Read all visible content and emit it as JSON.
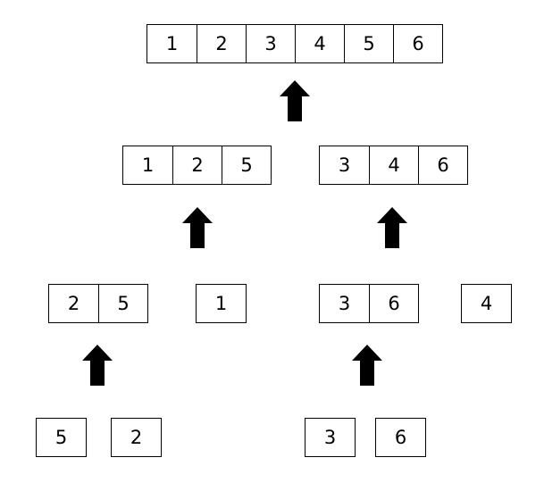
{
  "level0": {
    "values": [
      "1",
      "2",
      "3",
      "4",
      "5",
      "6"
    ]
  },
  "level1": {
    "left": [
      "1",
      "2",
      "5"
    ],
    "right": [
      "3",
      "4",
      "6"
    ]
  },
  "level2": {
    "pair_left": [
      "2",
      "5"
    ],
    "single_left": [
      "1"
    ],
    "pair_right": [
      "3",
      "6"
    ],
    "single_right": [
      "4"
    ]
  },
  "level3": {
    "values": [
      "5",
      "2",
      "3",
      "6"
    ]
  },
  "arrow_color": "#000000",
  "box_border_color": "#000000"
}
